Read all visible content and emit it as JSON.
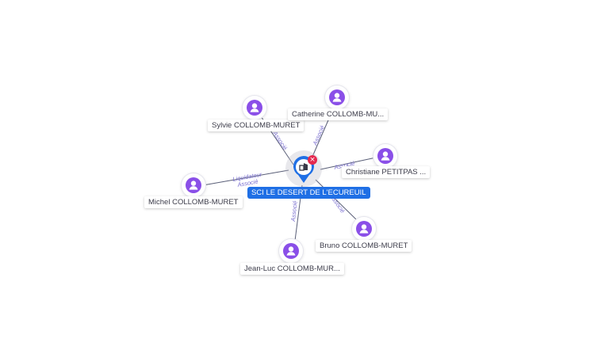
{
  "company": {
    "name": "SCI LE DESERT DE L'ECUREUIL",
    "icon": "building-icon",
    "pin_color": "#1f6fe5",
    "badge_color": "#e5294f"
  },
  "people": [
    {
      "id": "sylvie",
      "name": "Sylvie COLLOMB-MURET",
      "relations": [
        "Associé"
      ]
    },
    {
      "id": "catherine",
      "name": "Catherine COLLOMB-MU...",
      "relations": [
        "Associé"
      ]
    },
    {
      "id": "christiane",
      "name": "Christiane PETITPAS ...",
      "relations": [
        "Associé"
      ]
    },
    {
      "id": "michel",
      "name": "Michel COLLOMB-MURET",
      "relations": [
        "Liquidateur",
        "Associé"
      ]
    },
    {
      "id": "bruno",
      "name": "Bruno COLLOMB-MURET",
      "relations": [
        "Associé"
      ]
    },
    {
      "id": "jeanluc",
      "name": "Jean-Luc COLLOMB-MUR...",
      "relations": [
        "Associé"
      ]
    }
  ],
  "colors": {
    "person_icon": "#8a4fe8",
    "edge": "#5a5f78",
    "edge_label": "#7a6fd0"
  },
  "person_icon": "user-icon"
}
